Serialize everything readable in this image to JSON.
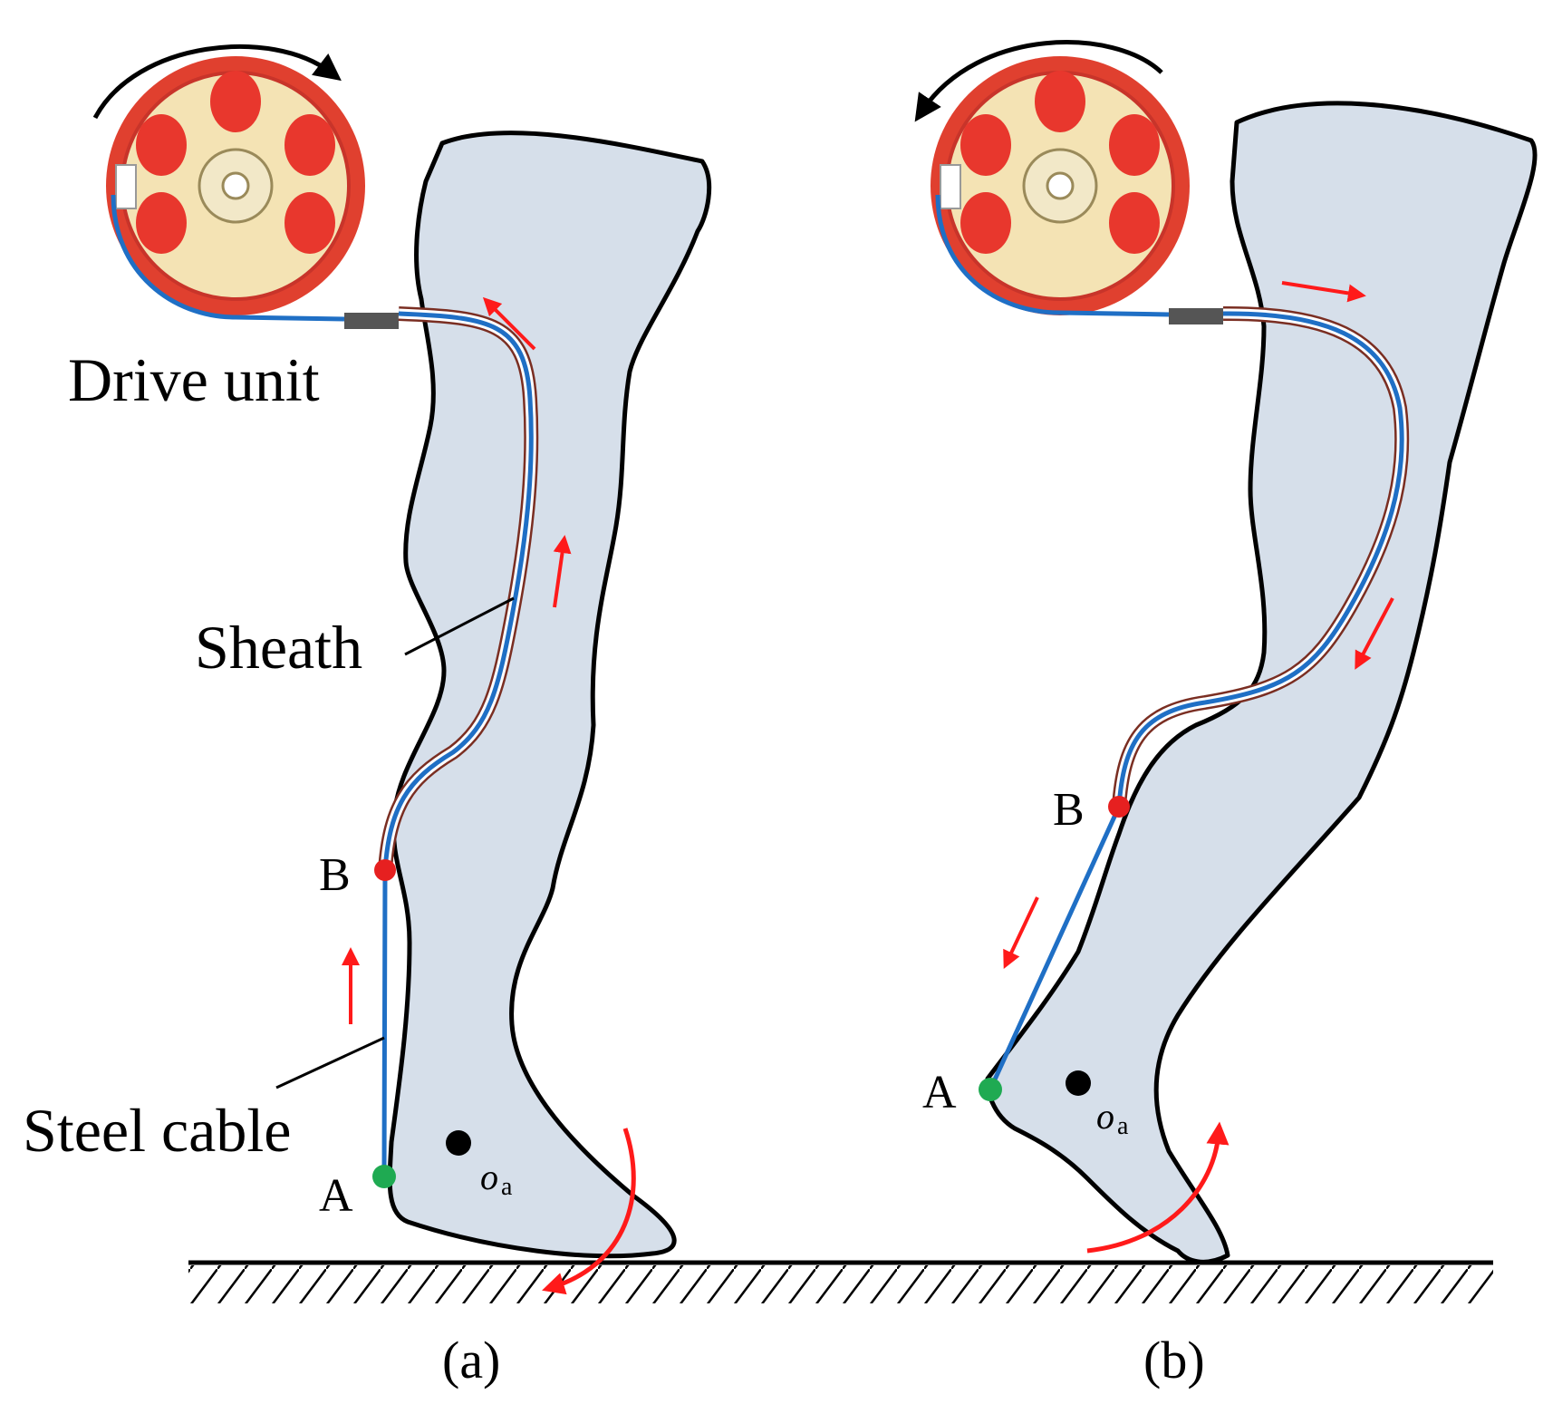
{
  "labels": {
    "drive_unit": "Drive unit",
    "sheath": "Sheath",
    "steel_cable": "Steel cable",
    "point_a": "A",
    "point_b": "B",
    "ankle_center": "o",
    "ankle_center_sub": "a"
  },
  "panels": [
    {
      "caption": "(a)",
      "drive_rotation": "clockwise",
      "foot_motion": "plantarflexion"
    },
    {
      "caption": "(b)",
      "drive_rotation": "counter-clockwise",
      "foot_motion": "dorsiflexion"
    }
  ],
  "colors": {
    "leg_fill": "#d6dfea",
    "outline": "#000000",
    "cable": "#1f6fc5",
    "sheath": "#7a2e22",
    "motion_arrow": "#ff1a1a",
    "point_a": "#1faa52",
    "point_b": "#e62020",
    "drive_housing": "#e0402f",
    "drive_disc": "#f4e3b4",
    "drive_pads": "#e8372d"
  }
}
